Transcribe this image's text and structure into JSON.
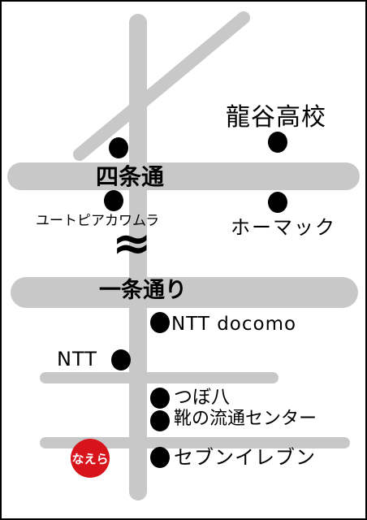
{
  "map": {
    "road_color": "#c8c8c8",
    "dot_color": "#000000",
    "logo_color": "#d7141c",
    "labels": {
      "ryukoku": "龍谷高校",
      "shijo": "四条通",
      "utopia": "ユートピアカワムラ",
      "homac": "ホーマック",
      "ichijo": "一条通り",
      "docomo": "NTT docomo",
      "ntt": "NTT",
      "tsubohachi": "つぼ八",
      "kutsu": "靴の流通センター",
      "seven": "セブンイレブン"
    },
    "river_symbol": "≈",
    "logo_text": "なえら"
  }
}
